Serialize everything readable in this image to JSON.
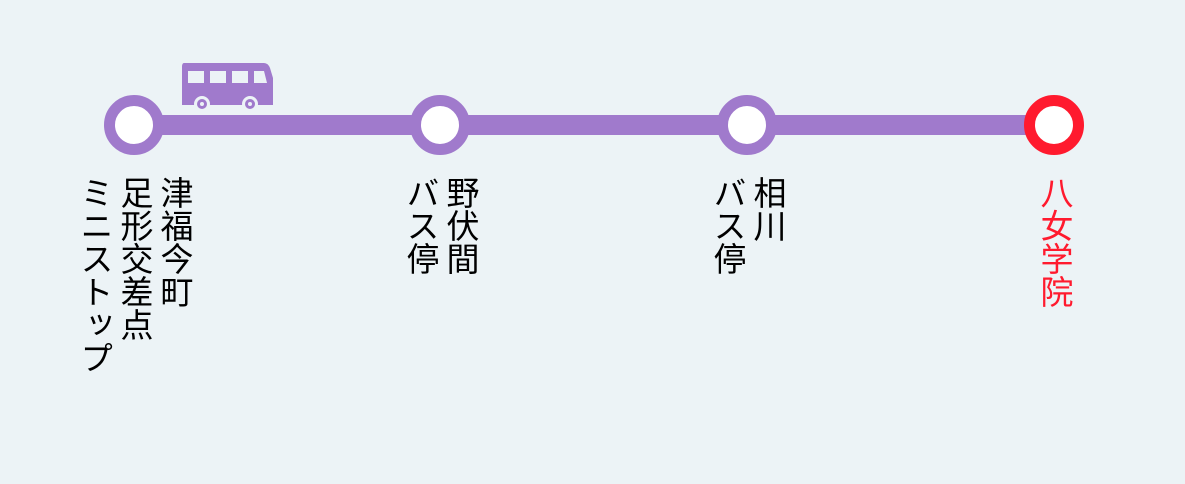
{
  "route": {
    "line_color": "#A07ACC",
    "destination_color": "#FF1A2E",
    "current_position_icon": "bus-icon",
    "stops": [
      {
        "lines": [
          "津福今町",
          "足形交差点",
          "ミニストップ"
        ]
      },
      {
        "lines": [
          "野伏間",
          "バス停"
        ]
      },
      {
        "lines": [
          "相川",
          "バス停"
        ]
      },
      {
        "lines": [
          "八女学院"
        ],
        "destination": true
      }
    ]
  }
}
